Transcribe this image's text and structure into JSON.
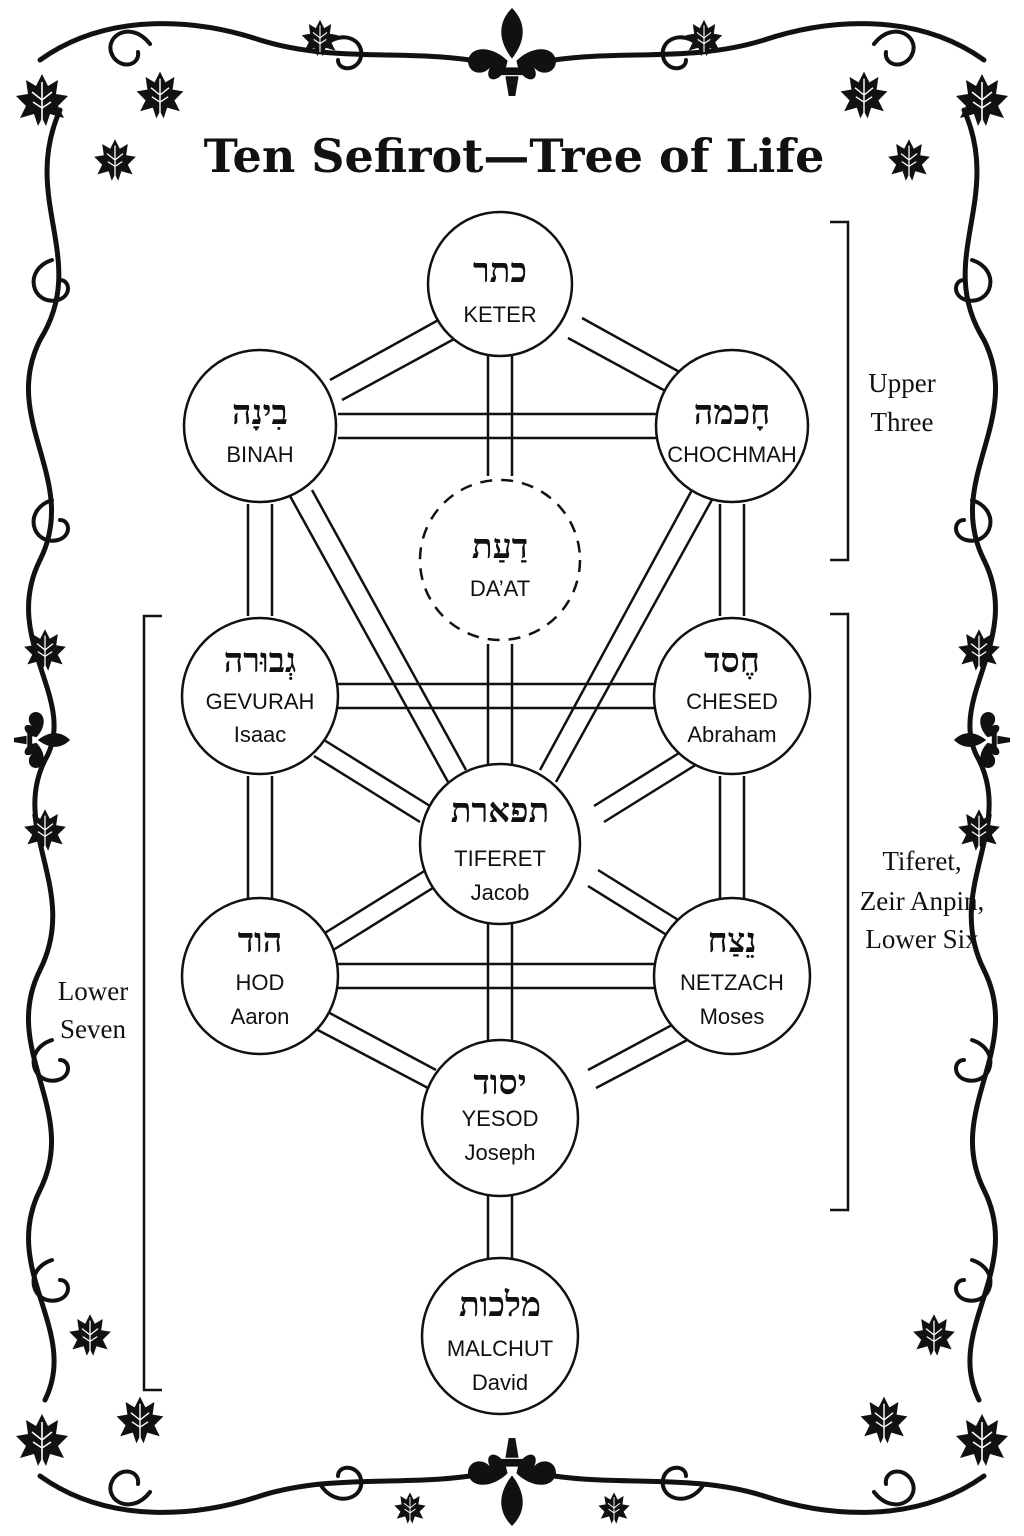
{
  "title": "Ten Sefirot—Tree of Life",
  "sefirot": {
    "keter": {
      "hebrew": "כתר",
      "name": "KETER",
      "figure": ""
    },
    "binah": {
      "hebrew": "בִינָה",
      "name": "BINAH",
      "figure": ""
    },
    "chochmah": {
      "hebrew": "חָכמה",
      "name": "CHOCHMAH",
      "figure": ""
    },
    "daat": {
      "hebrew": "דַעַת",
      "name": "DA’AT",
      "figure": ""
    },
    "gevurah": {
      "hebrew": "גְבוּרה",
      "name": "GEVURAH",
      "figure": "Isaac"
    },
    "chesed": {
      "hebrew": "חֶסד",
      "name": "CHESED",
      "figure": "Abraham"
    },
    "tiferet": {
      "hebrew": "תפארת",
      "name": "TIFERET",
      "figure": "Jacob"
    },
    "hod": {
      "hebrew": "הוד",
      "name": "HOD",
      "figure": "Aaron"
    },
    "netzach": {
      "hebrew": "נֵצַח",
      "name": "NETZACH",
      "figure": "Moses"
    },
    "yesod": {
      "hebrew": "יסוד",
      "name": "YESOD",
      "figure": "Joseph"
    },
    "malchut": {
      "hebrew": "מלכות",
      "name": "MALCHUT",
      "figure": "David"
    }
  },
  "groups": {
    "upper_three": [
      "Upper",
      "Three"
    ],
    "lower_six": [
      "Tiferet,",
      "Zeir Anpin,",
      "Lower Six"
    ],
    "lower_seven": [
      "Lower",
      "Seven"
    ]
  },
  "colors": {
    "ink": "#111111",
    "paper": "#ffffff"
  }
}
